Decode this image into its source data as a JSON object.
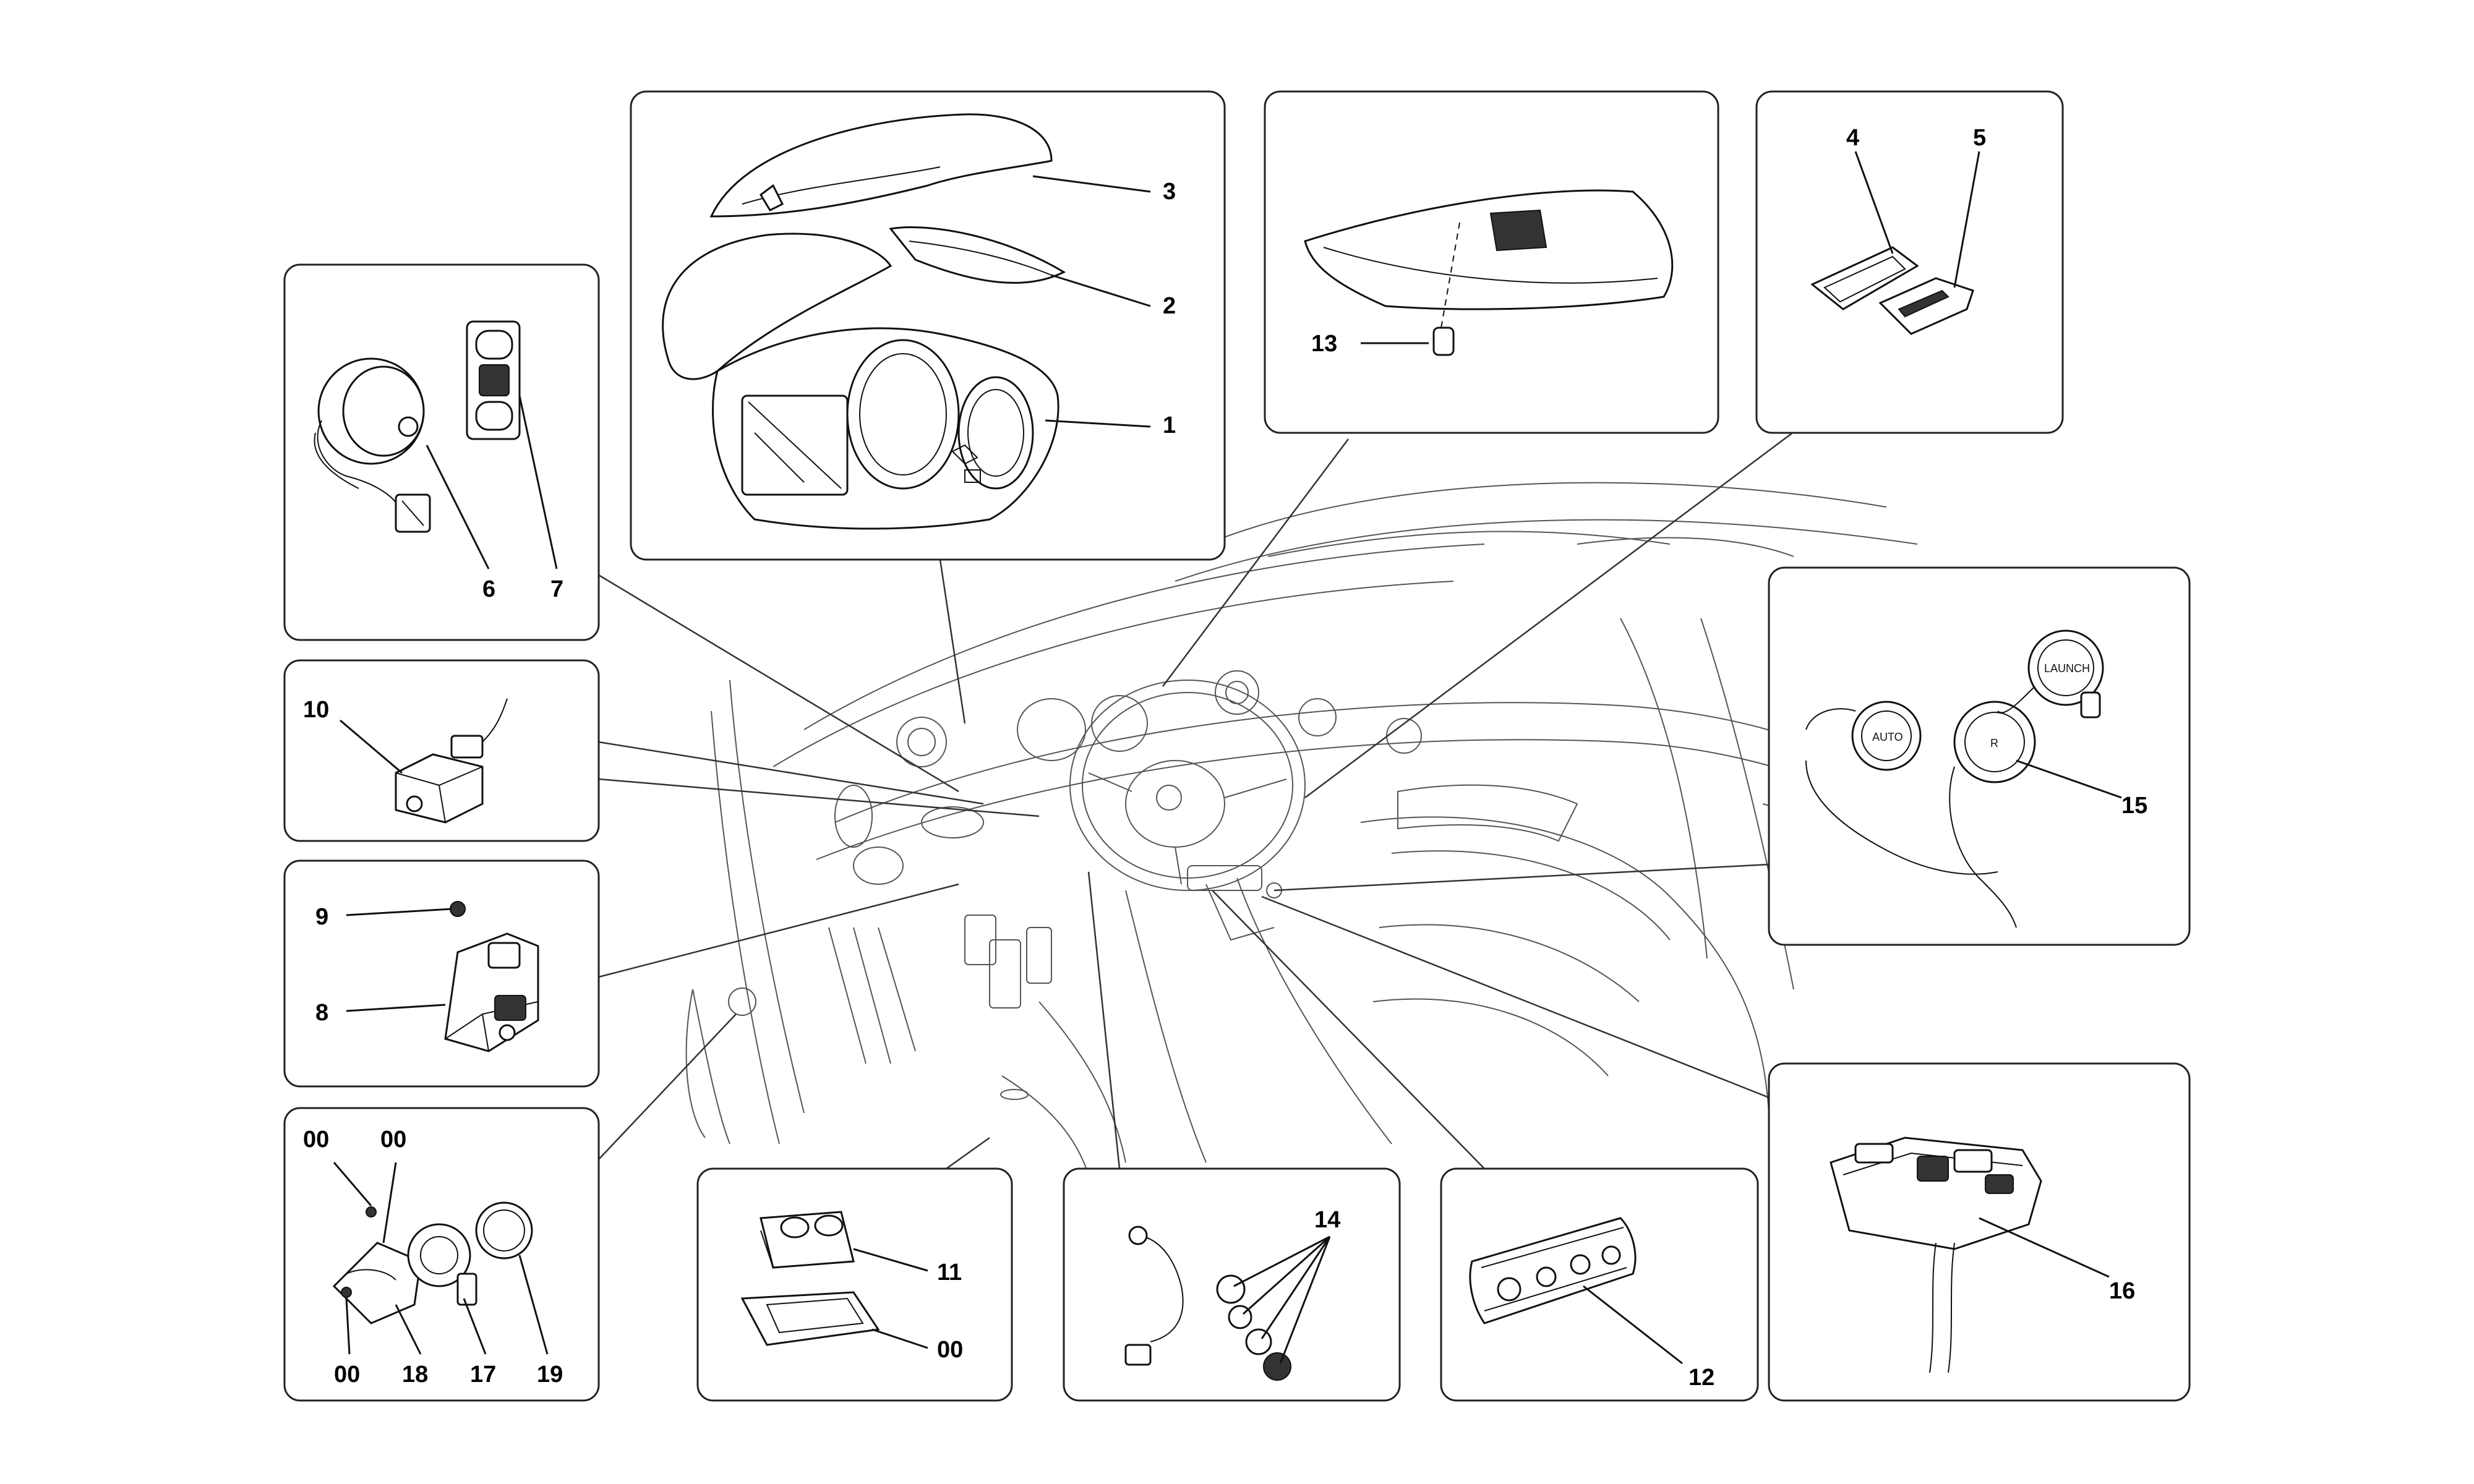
{
  "callouts": {
    "c1": "1",
    "c2": "2",
    "c3": "3",
    "c4": "4",
    "c5": "5",
    "c6": "6",
    "c7": "7",
    "c8": "8",
    "c9": "9",
    "c10": "10",
    "c11": "11",
    "c12": "12",
    "c13": "13",
    "c14": "14",
    "c15": "15",
    "c16": "16",
    "c17": "17",
    "c18": "18",
    "c19": "19",
    "c00": "00"
  },
  "switch_labels": {
    "auto": "AUTO",
    "launch": "LAUNCH",
    "reverse": "R"
  }
}
